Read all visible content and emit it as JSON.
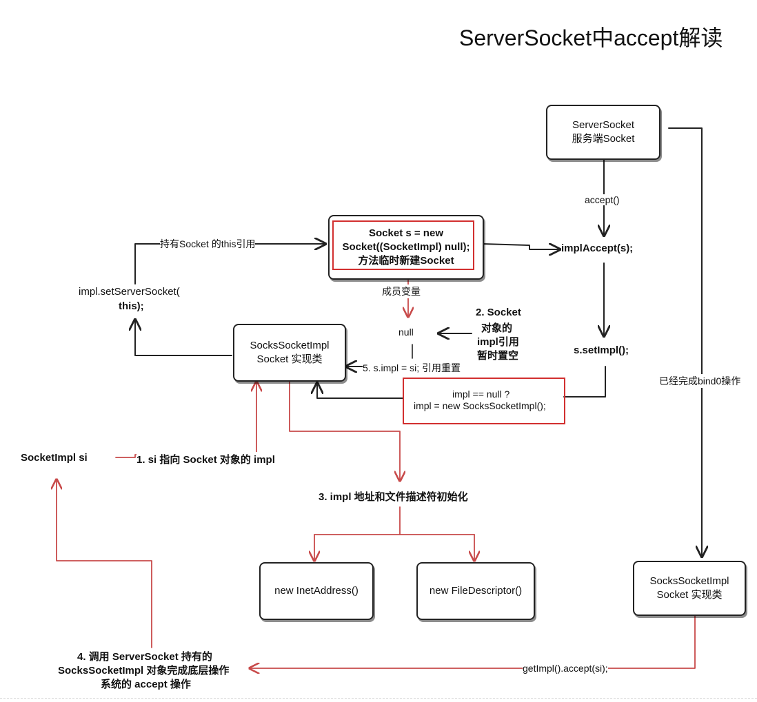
{
  "title": "ServerSocket中accept解读",
  "colors": {
    "ink": "#222222",
    "red": "#c84a4a",
    "redbox": "#d22f2f"
  },
  "nodes": {
    "server_socket": {
      "line1": "ServerSocket",
      "line2": "服务端Socket"
    },
    "new_socket": {
      "line1": "Socket s = new",
      "line2": "Socket((SocketImpl) null);",
      "line3": "方法临时新建Socket"
    },
    "socks_impl_mid": {
      "line1": "SocksSocketImpl",
      "line2": "Socket 实现类"
    },
    "socks_impl_right": {
      "line1": "SocksSocketImpl",
      "line2": "Socket 实现类"
    },
    "inet_address": {
      "line1": "new InetAddress()"
    },
    "file_descriptor": {
      "line1": "new FileDescriptor()"
    }
  },
  "labels": {
    "accept": "accept()",
    "impl_accept": "implAccept(s);",
    "set_impl": "s.setImpl();",
    "impl_check_1": "impl == null ?",
    "impl_check_2": "impl = new SocksSocketImpl();",
    "member_var": "成员变量",
    "null_val": "null",
    "step2_1": "2. Socket",
    "step2_2": "对象的",
    "step2_3": "impl引用",
    "step2_4": "暂时置空",
    "step5": "5. s.impl = si; 引用重置",
    "hold_this": "持有Socket 的this引用",
    "set_server_1": "impl.setServerSocket(",
    "set_server_2": "this);",
    "socketimpl_si": "SocketImpl si",
    "step1": "1. si 指向 Socket 对象的 impl",
    "step3": "3. impl 地址和文件描述符初始化",
    "bind_done": "已经完成bind0操作",
    "get_impl_accept": "getImpl().accept(si);",
    "step4_1": "4. 调用 ServerSocket 持有的",
    "step4_2": "SocksSocketImpl 对象完成底层操作",
    "step4_3": "系统的 accept 操作"
  }
}
